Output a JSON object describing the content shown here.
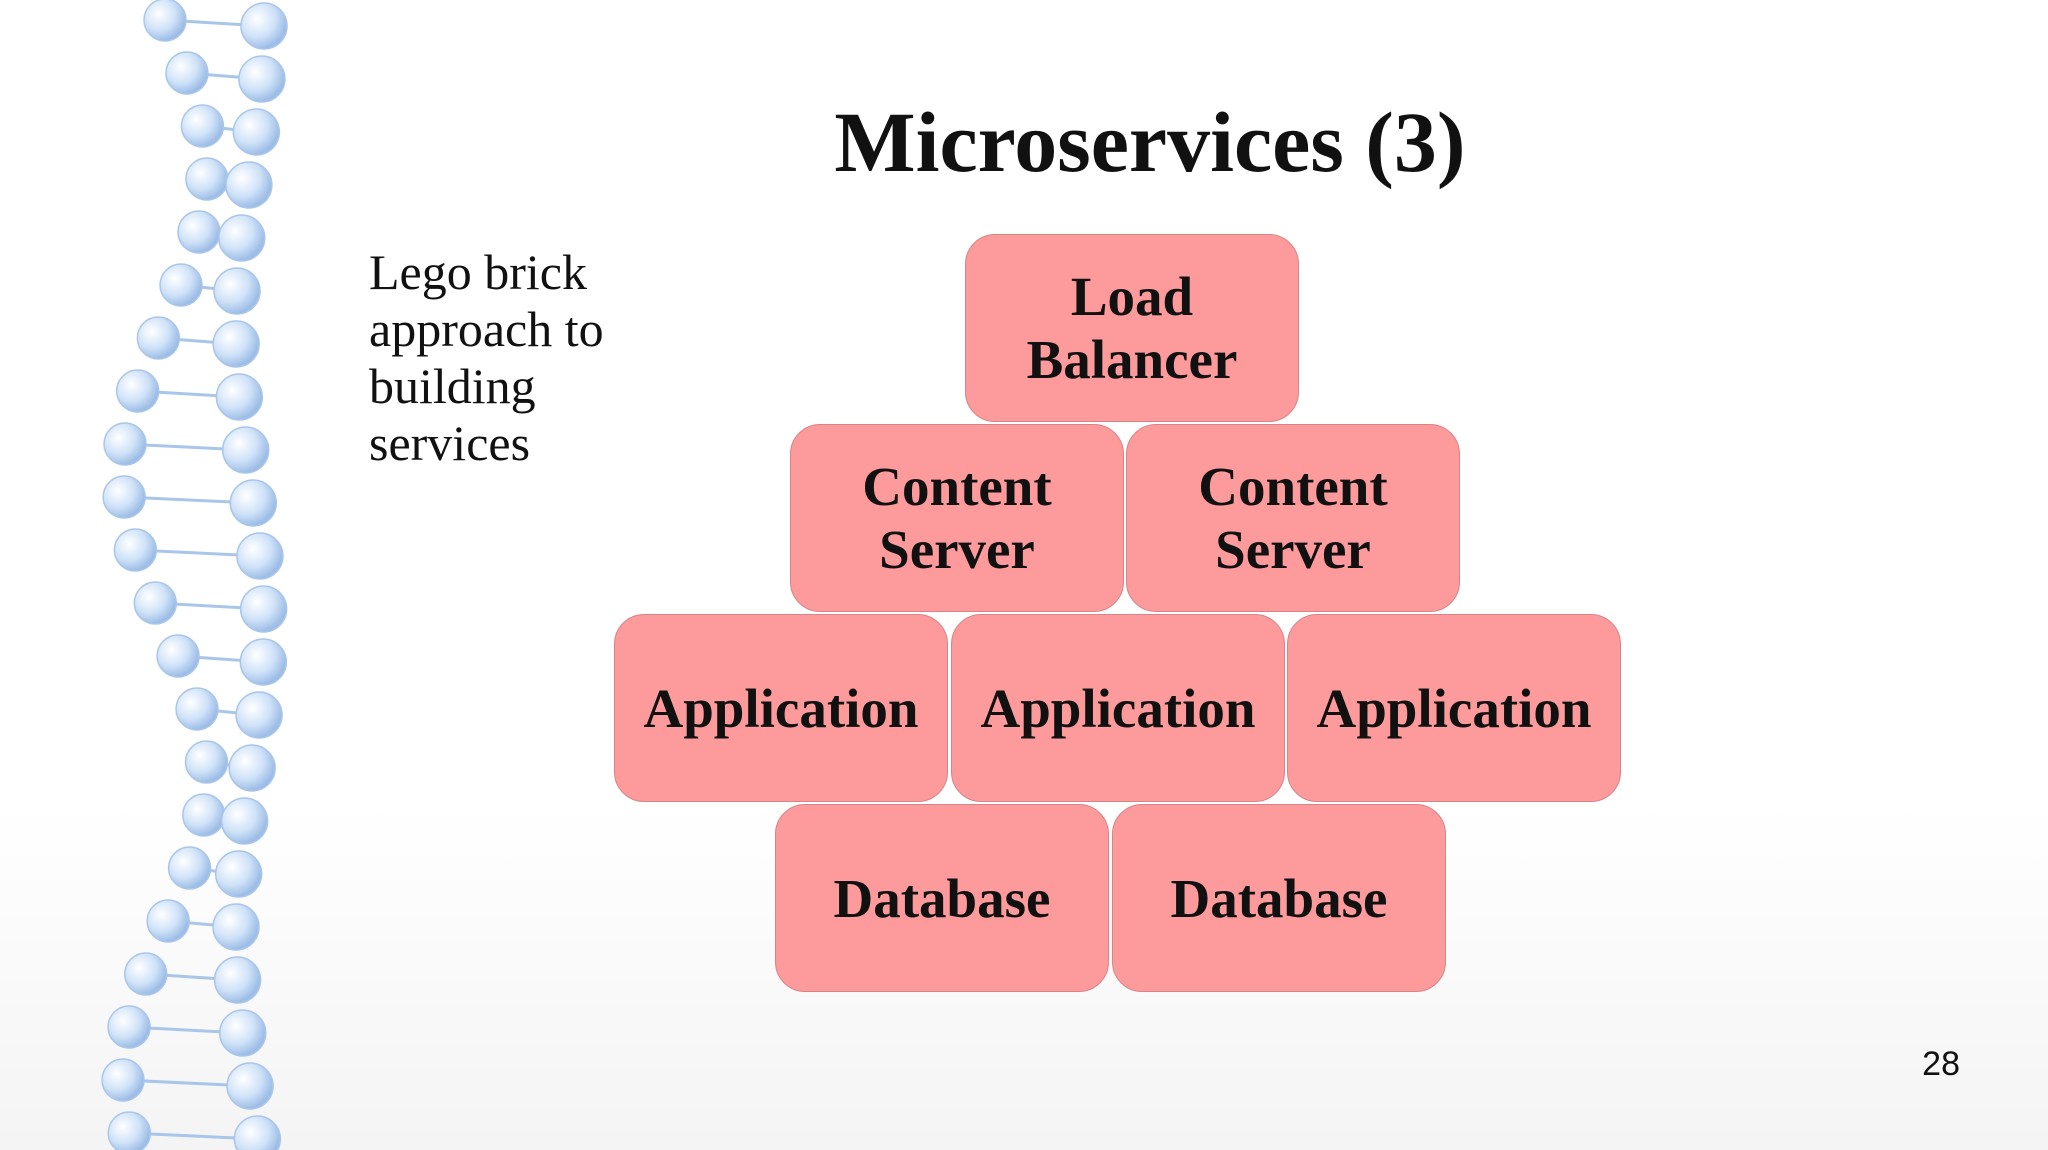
{
  "slide": {
    "title": "Microservices (3)",
    "side_text_lines": [
      "Lego brick",
      "approach to",
      "building",
      "services"
    ],
    "page_number": "28"
  },
  "diagram": {
    "load_balancer": [
      "Load",
      "Balancer"
    ],
    "content_servers": [
      [
        "Content",
        "Server"
      ],
      [
        "Content",
        "Server"
      ]
    ],
    "applications": [
      "Application",
      "Application",
      "Application"
    ],
    "databases": [
      "Database",
      "Database"
    ]
  },
  "colors": {
    "brick_fill": "#fd9a9b",
    "brick_border": "#d88486",
    "dna_ball": "#cfe2f8",
    "dna_stroke": "#a9c6ea"
  },
  "decoration": {
    "left_image": "dna-helix"
  }
}
